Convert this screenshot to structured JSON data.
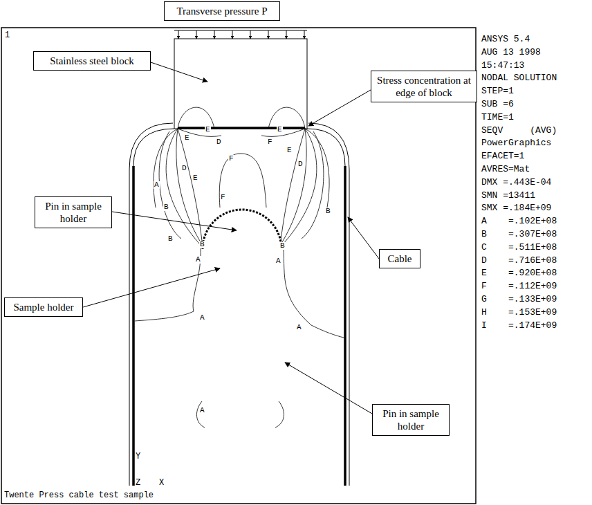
{
  "diagram": {
    "nodes": [
      {
        "text": [
          "Transverse pressure P"
        ]
      },
      {
        "text": [
          "Stainless steel block"
        ]
      },
      {
        "text": [
          "Stress concentration at edge of block"
        ]
      },
      {
        "text": [
          "Pin in sample holder"
        ]
      },
      {
        "text": [
          "Cable"
        ]
      },
      {
        "text": [
          "Sample holder"
        ]
      },
      {
        "text": [
          "Pin in sample holder"
        ]
      }
    ],
    "labels": [
      "1",
      "ANSYS 5.4",
      "AUG 13 1998",
      "15:47:13",
      "NODAL SOLUTION",
      "STEP=1",
      "SUB =6",
      "TIME=1",
      "SEQV     (AVG)",
      "PowerGraphics",
      "EFACET=1",
      "AVRES=Mat",
      "DMX =.443E-04",
      "SMN =13411",
      "SMX =.184E+09",
      "A    =.102E+08",
      "B    =.307E+08",
      "C    =.511E+08",
      "D    =.716E+08",
      "E    =.920E+08",
      "F    =.112E+09",
      "G    =.133E+09",
      "H    =.153E+09",
      "I    =.174E+09",
      "Y",
      "Z",
      "X",
      "Twente Press cable test sample",
      "E",
      "E",
      "D",
      "F",
      "E",
      "E",
      "D",
      "B",
      "A",
      "B",
      "D",
      "E",
      "F",
      "F",
      "B",
      "B",
      "A",
      "A",
      "B",
      "A",
      "A",
      "A"
    ]
  }
}
